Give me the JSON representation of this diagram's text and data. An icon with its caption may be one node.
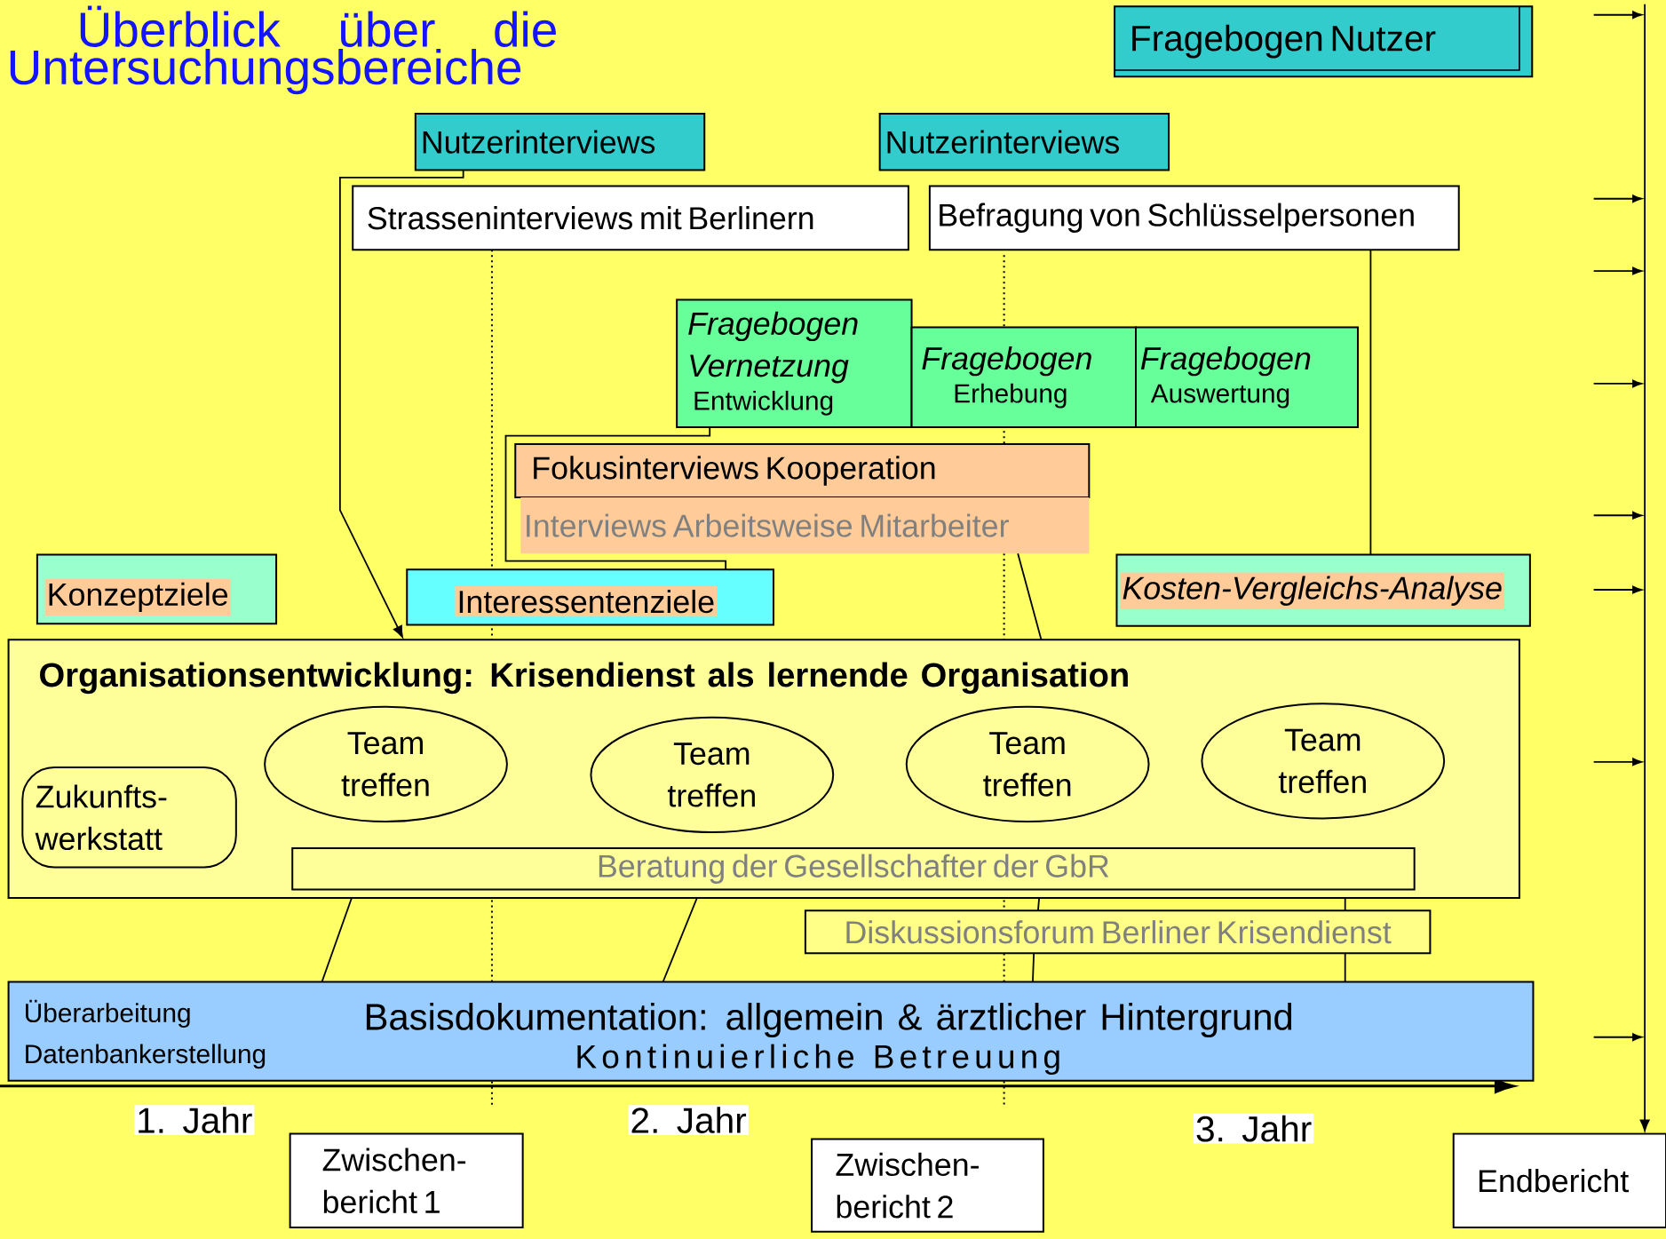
{
  "diagram": {
    "title": "Überblick über die Untersuchungsbereiche",
    "nodes": [
      {
        "text": [
          "Fragebogen Nutzer"
        ]
      },
      {
        "text": [
          "Nutzerinterviews"
        ]
      },
      {
        "text": [
          "Nutzerinterviews"
        ]
      },
      {
        "text": [
          "Strasseninterviews mit Berlinern"
        ]
      },
      {
        "text": [
          "Befragung von Schlüsselpersonen"
        ]
      },
      {
        "text": [
          "Fragebogen Vernetzung",
          "Entwicklung"
        ]
      },
      {
        "text": [
          "Fragebogen",
          "Erhebung"
        ]
      },
      {
        "text": [
          "Fragebogen",
          "Auswertung"
        ]
      },
      {
        "text": [
          "Fokusinterviews Kooperation"
        ]
      },
      {
        "text": [
          "Interviews Arbeitsweise Mitarbeiter"
        ]
      },
      {
        "text": [
          "Konzeptziele"
        ]
      },
      {
        "text": [
          "Interessentenziele"
        ]
      },
      {
        "text": [
          "Kosten-Vergleichs-Analyse"
        ]
      },
      {
        "text": [
          "Organisationsentwicklung: Krisendienst als lernende Organisation"
        ]
      },
      {
        "text": [
          "Zukunfts- werkstatt"
        ],
        "in": 13
      },
      {
        "text": [
          "Team treffen"
        ],
        "in": 13
      },
      {
        "text": [
          "Team treffen"
        ],
        "in": 13
      },
      {
        "text": [
          "Team treffen"
        ],
        "in": 13
      },
      {
        "text": [
          "Team treffen"
        ],
        "in": 13
      },
      {
        "text": [
          "Beratung der Gesellschafter der GbR"
        ],
        "in": 13
      },
      {
        "text": [
          "Diskussionsforum Berliner Krisendienst"
        ]
      },
      {
        "text": [
          "Überarbeitung",
          "Datenbankerstellung",
          "Basisdokumentation: allgemein & ärztlicher Hintergrund",
          "Kontinuierliche Betreuung"
        ]
      },
      {
        "text": [
          "Zwischen- bericht 1"
        ]
      },
      {
        "text": [
          "Zwischen- bericht 2"
        ]
      },
      {
        "text": [
          "Endbericht"
        ]
      }
    ],
    "edges": [
      {
        "from": 1,
        "to": 13,
        "arrow": "to"
      },
      {
        "from": 5,
        "to": 11,
        "arrow": "none"
      },
      {
        "from": 9,
        "to": 13,
        "arrow": "none"
      },
      {
        "from": 4,
        "to": 12,
        "arrow": "none"
      },
      {
        "from": 13,
        "to": 21,
        "arrow": "none"
      },
      {
        "from": 13,
        "to": 21,
        "arrow": "none"
      },
      {
        "from": 13,
        "to": 20,
        "arrow": "none"
      },
      {
        "from": 13,
        "to": 20,
        "arrow": "none"
      },
      {
        "from": 20,
        "to": 21,
        "arrow": "none"
      },
      {
        "from": 20,
        "to": 21,
        "arrow": "none"
      },
      {
        "from": null,
        "to": 24,
        "arrow": "to"
      }
    ],
    "labels": [
      "1. Jahr",
      "2. Jahr",
      "3. Jahr"
    ]
  }
}
